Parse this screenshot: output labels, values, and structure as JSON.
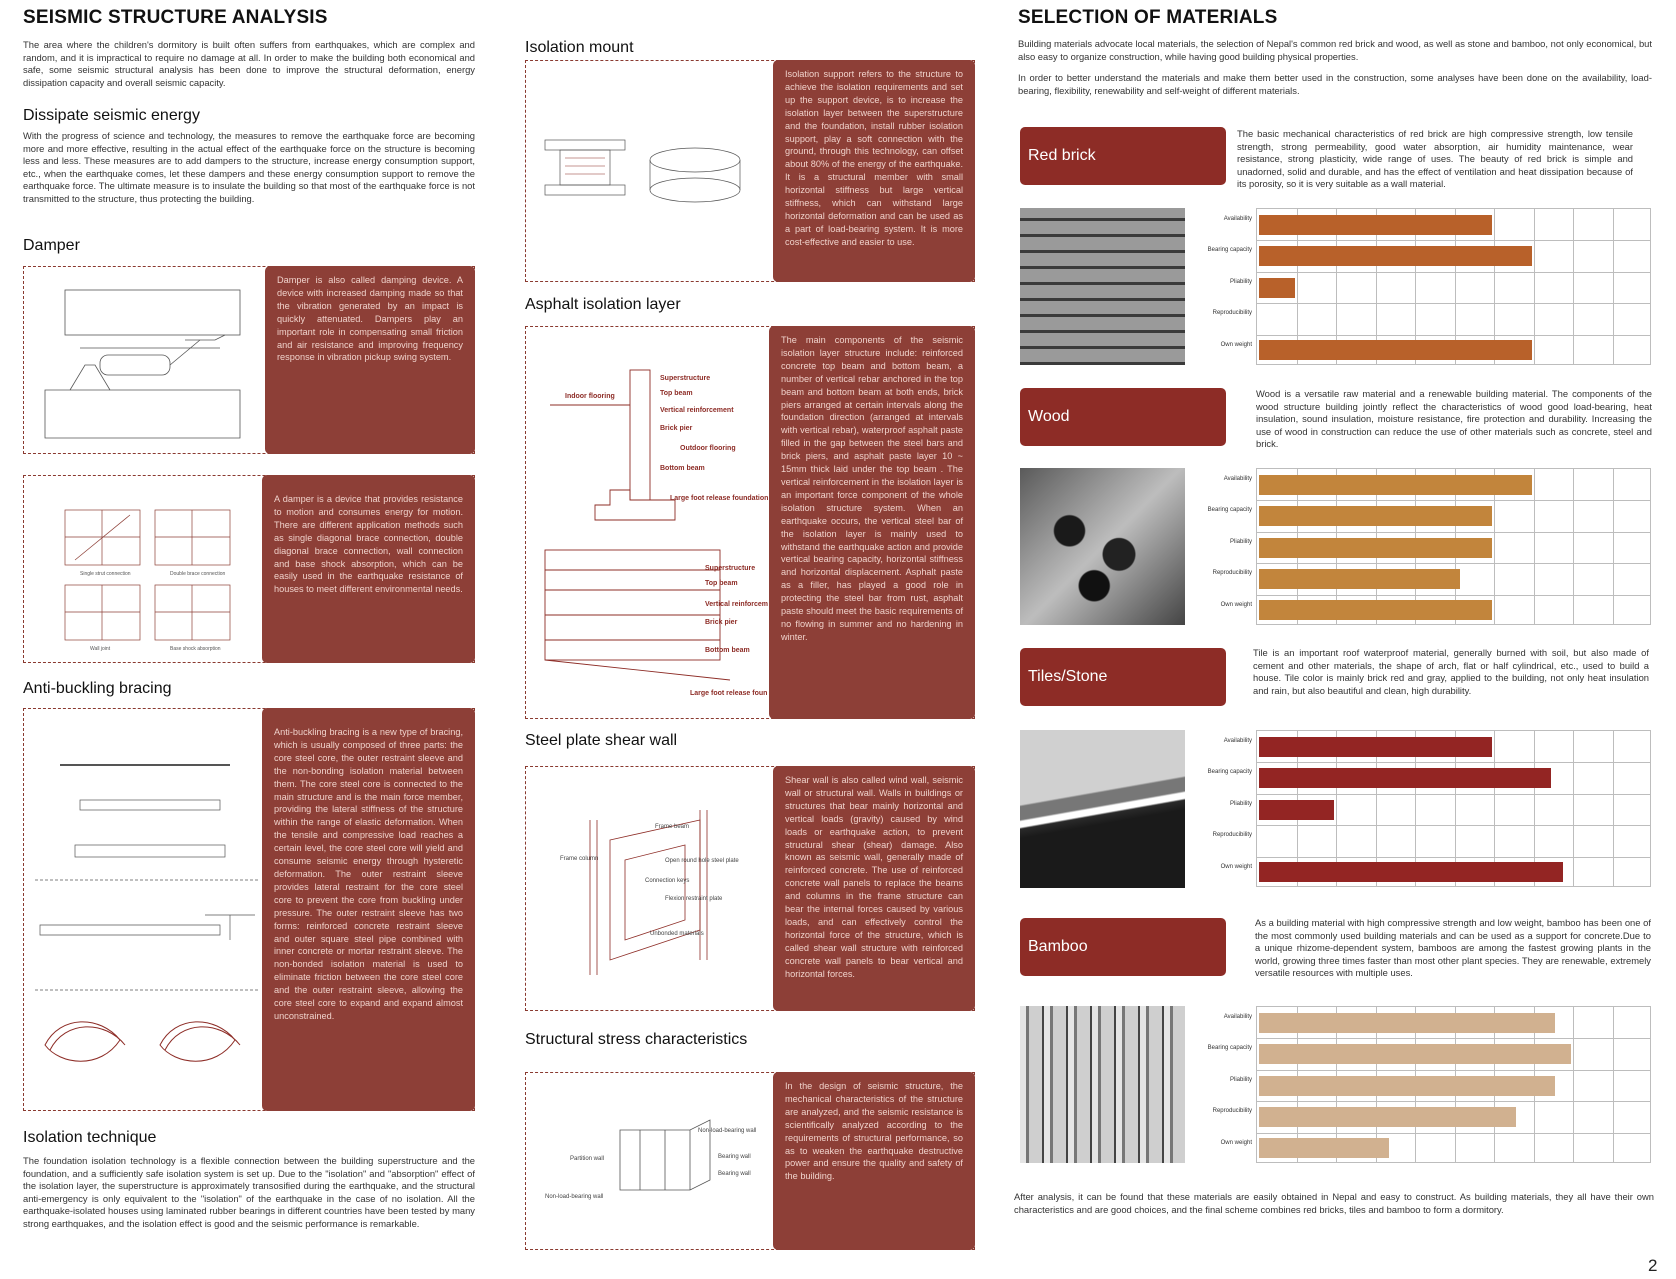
{
  "left": {
    "title": "SEISMIC STRUCTURE ANALYSIS",
    "intro": "The area where the children's dormitory is built often suffers from earthquakes, which are complex and random, and it is impractical to require no damage at all. In order to make the building both economical and safe, some seismic structural analysis has been done to improve the structural deformation, energy dissipation capacity and overall seismic capacity.",
    "dissipate_heading": "Dissipate seismic energy",
    "dissipate_text": "With the progress of science and technology, the measures to remove the earthquake force are becoming more and more effective, resulting in the actual effect of the earthquake force on the structure is becoming less and less. These measures are to add dampers to the structure, increase energy consumption support, etc., when the earthquake comes, let these dampers and these energy consumption support to remove the earthquake force. The ultimate measure is to insulate the building so that most of the earthquake force is not transmitted to the structure, thus protecting the building.",
    "damper_heading": "Damper",
    "damper_text1": "Damper is also called damping device. A device with increased damping made so that the vibration generated by an impact is quickly attenuated. Dampers play an important role in compensating small friction and air resistance and improving frequency response in vibration pickup swing system.",
    "damper_text2": "A damper is a device that provides resistance to motion and consumes energy for motion. There are different application methods such as single diagonal brace connection, double diagonal brace connection, wall connection and base shock absorption, which can be easily used in the earthquake resistance of houses to meet different environmental needs.",
    "damper_labels": [
      "Single strut connection",
      "Double brace connection",
      "Wall joint",
      "Base shock absorption"
    ],
    "antibuckling_heading": "Anti-buckling bracing",
    "antibuckling_text": "Anti-buckling bracing is a new type of bracing, which is usually composed of three parts: the core steel core, the outer restraint sleeve and the non-bonding isolation material between them. The core steel core is connected to the main structure and is the main force member, providing the lateral stiffness of the structure within the range of elastic deformation. When the tensile and compressive load reaches a certain level, the core steel core will yield and consume seismic energy through hysteretic deformation. The outer restraint sleeve provides lateral restraint for the core steel core to prevent the core from buckling under pressure. The outer restraint sleeve has two forms: reinforced concrete restraint sleeve and outer square steel pipe combined with inner concrete or mortar restraint sleeve. The non-bonded isolation material is used to eliminate friction between the core steel core and the outer restraint sleeve, allowing the core steel core to expand and expand almost unconstrained.",
    "isolation_heading": "Isolation technique",
    "isolation_text": "The foundation isolation technology is a flexible connection between the building superstructure and the foundation, and a sufficiently safe isolation system is set up. Due to the \"isolation\" and \"absorption\" effect of the isolation layer, the superstructure is approximately transosified during the earthquake, and the structural anti-emergency is only equivalent to the \"isolation\" of the earthquake in the case of no isolation. All the earthquake-isolated houses using laminated rubber bearings in different countries have been tested by many strong earthquakes, and the isolation effect is good and the seismic performance is remarkable."
  },
  "middle": {
    "mount_heading": "Isolation mount",
    "mount_text": "Isolation support refers to the structure to achieve the isolation requirements and set up the support device, is to increase the isolation layer between the superstructure and the foundation, install rubber isolation support, play a soft connection with the ground, through this technology, can offset about 80% of the energy of the earthquake. It is a structural member with small horizontal stiffness but large vertical stiffness, which can withstand large horizontal deformation and can be used as a part of load-bearing system. It is more cost-effective and easier to use.",
    "asphalt_heading": "Asphalt isolation layer",
    "asphalt_text": "The main components of the seismic isolation layer structure include: reinforced concrete top beam and bottom beam, a number of vertical rebar anchored in the top beam and bottom beam at both ends, brick piers arranged at certain intervals along the foundation direction (arranged at intervals with vertical rebar), waterproof asphalt paste filled in the gap between the steel bars and brick piers, and asphalt paste layer 10 ~ 15mm thick laid under the top beam . The vertical reinforcement in the isolation layer is an important force component of the whole isolation structure system. When an earthquake occurs, the vertical steel bar of the isolation layer is mainly used to withstand the earthquake action and provide vertical bearing capacity, horizontal stiffness and horizontal displacement. Asphalt paste as a filler, has played a good role in protecting the steel bar from rust, asphalt paste should meet the basic requirements of no flowing in summer and no hardening in winter.",
    "asphalt_labels_top": [
      "Indoor flooring",
      "Superstructure",
      "Top beam",
      "Vertical reinforcement",
      "Brick pier",
      "Outdoor flooring",
      "Bottom beam",
      "Large foot release foundation"
    ],
    "asphalt_labels_bottom": [
      "Superstructure",
      "Top beam",
      "Vertical reinforcem",
      "Brick pier",
      "Bottom beam",
      "Large foot release foun"
    ],
    "shear_heading": "Steel plate shear wall",
    "shear_text": "Shear wall is also called wind wall, seismic wall or structural wall. Walls in buildings or structures that bear mainly horizontal and vertical loads (gravity) caused by wind loads or earthquake action, to prevent structural shear (shear) damage. Also known as seismic wall, generally made of reinforced concrete. The use of reinforced concrete wall panels to replace the beams and columns in the frame structure can bear the internal forces caused by various loads, and can effectively control the horizontal force of the structure, which is called shear wall structure with reinforced concrete wall panels to bear vertical and horizontal forces.",
    "shear_labels": [
      "Frame beam",
      "Frame column",
      "Open round hole steel plate",
      "Connection keys",
      "Flexion restraint plate",
      "Unbonded materials"
    ],
    "stress_heading": "Structural stress characteristics",
    "stress_text": "In the design of seismic structure, the mechanical characteristics of the structure are analyzed, and the seismic resistance is scientifically analyzed according to the requirements of structural performance, so as to weaken the earthquake destructive power and ensure the quality and safety of the building.",
    "stress_labels": [
      "Non-load-bearing wall",
      "Partition wall",
      "Bearing wall",
      "Bearing wall",
      "Non-load-bearing wall"
    ]
  },
  "right": {
    "title": "SELECTION OF MATERIALS",
    "intro1": "Building materials advocate local materials, the selection of Nepal's common red brick and wood, as well as stone and bamboo, not only economical, but also easy to organize construction, while having good building physical properties.",
    "intro2": "In order to better understand the materials and make them better used in the construction, some analyses have been done on the availability, load-bearing, flexibility, renewability and self-weight of different materials.",
    "row_labels": [
      "Availability",
      "Bearing capacity",
      "Pliability",
      "Reproducibility",
      "Own weight"
    ],
    "materials": [
      {
        "name": "Red brick",
        "text": "The basic mechanical characteristics of red brick are high compressive strength, low tensile strength, strong permeability, good water absorption, air humidity maintenance, wear resistance, strong plasticity, wide range of uses. The beauty of red brick is simple and unadorned, solid and durable, and has the effect of ventilation and heat dissipation because of its porosity, so it is very suitable as a wall material.",
        "color": "#b8612a",
        "label_color": "#8d2c26"
      },
      {
        "name": "Wood",
        "text": "Wood is a versatile raw material and a renewable building material. The components of the wood structure building jointly reflect the characteristics of wood good load-bearing, heat insulation, sound insulation, moisture resistance, fire protection and durability. Increasing the use of wood in construction can reduce the use of other materials such as concrete, steel and brick.",
        "color": "#c2853c",
        "label_color": "#8d2c26"
      },
      {
        "name": "Tiles/Stone",
        "text": "Tile is an important roof waterproof material, generally burned with soil, but also made of cement and other materials, the shape of arch, flat or half cylindrical, etc., used to build a house. Tile color is mainly brick red and gray, applied to the building, not only heat insulation and rain, but also beautiful and clean, high durability.",
        "color": "#932523",
        "label_color": "#8d2c26"
      },
      {
        "name": "Bamboo",
        "text": "As a building material with high compressive strength and low weight, bamboo has been one of the most commonly used building materials and can be used as a support for concrete.Due to a unique rhizome-dependent system, bamboos are among the fastest growing plants in the world, growing three times faster than most other plant species. They are renewable, extremely versatile resources with multiple uses.",
        "color": "#d1b190",
        "label_color": "#8d2c26"
      }
    ],
    "ratings": [
      [
        6,
        7,
        1,
        0,
        7
      ],
      [
        7,
        6,
        6,
        5.2,
        6
      ],
      [
        6,
        7.5,
        2,
        0,
        7.8
      ],
      [
        7.6,
        8,
        7.6,
        6.6,
        3.4
      ]
    ],
    "rating_max": 10,
    "conclusion": "After analysis, it can be found that these materials are easily obtained in Nepal and easy to construct. As building materials, they all have their own characteristics and are good choices, and the final scheme combines red bricks, tiles and bamboo to form a dormitory."
  },
  "page_number": "2"
}
